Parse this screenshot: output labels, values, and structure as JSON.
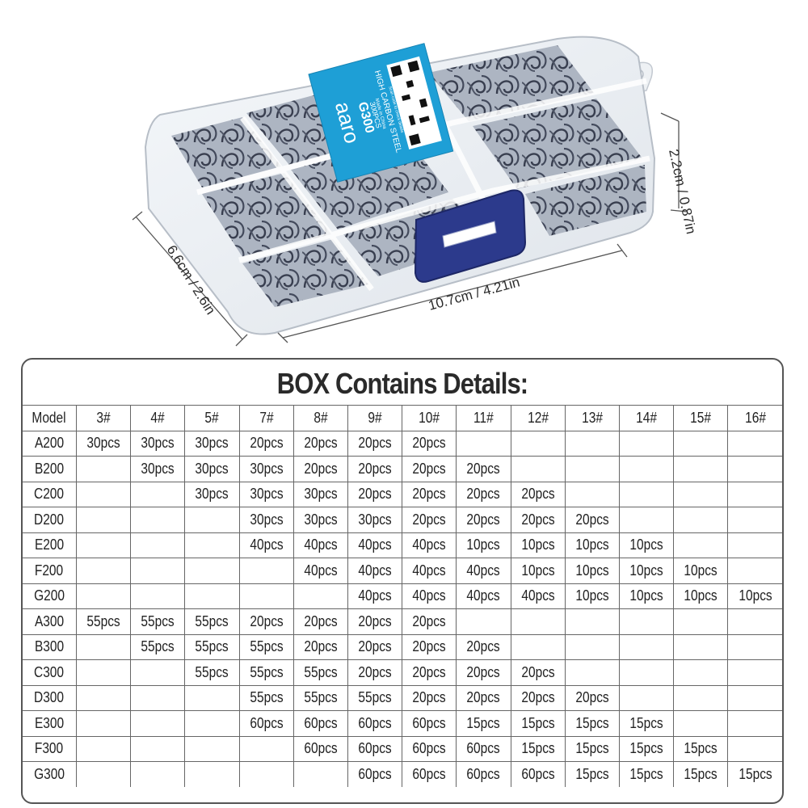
{
  "box": {
    "label_brand": "aaro",
    "label_model": "G300",
    "label_count": "300PCS",
    "label_material": "HIGH CARBON STEEL",
    "label_small_1": "Made in China",
    "label_small_2": "Scan code to check details",
    "dimensions": {
      "height": "2.2cm / 0.87in",
      "length": "10.7cm / 4.21in",
      "width": "6.6cm / 2.6in"
    },
    "colors": {
      "label": "#1e9fd6",
      "latch": "#2c3a8c",
      "box": "#e9edf1",
      "hooks": "#2f3546"
    }
  },
  "table": {
    "title": "BOX Contains Details:",
    "headers": [
      "Model",
      "3#",
      "4#",
      "5#",
      "7#",
      "8#",
      "9#",
      "10#",
      "11#",
      "12#",
      "13#",
      "14#",
      "15#",
      "16#"
    ],
    "rows": [
      [
        "A200",
        "30pcs",
        "30pcs",
        "30pcs",
        "20pcs",
        "20pcs",
        "20pcs",
        "20pcs",
        "",
        "",
        "",
        "",
        "",
        ""
      ],
      [
        "B200",
        "",
        "30pcs",
        "30pcs",
        "30pcs",
        "20pcs",
        "20pcs",
        "20pcs",
        "20pcs",
        "",
        "",
        "",
        "",
        ""
      ],
      [
        "C200",
        "",
        "",
        "30pcs",
        "30pcs",
        "30pcs",
        "20pcs",
        "20pcs",
        "20pcs",
        "20pcs",
        "",
        "",
        "",
        ""
      ],
      [
        "D200",
        "",
        "",
        "",
        "30pcs",
        "30pcs",
        "30pcs",
        "20pcs",
        "20pcs",
        "20pcs",
        "20pcs",
        "",
        "",
        ""
      ],
      [
        "E200",
        "",
        "",
        "",
        "40pcs",
        "40pcs",
        "40pcs",
        "40pcs",
        "10pcs",
        "10pcs",
        "10pcs",
        "10pcs",
        "",
        ""
      ],
      [
        "F200",
        "",
        "",
        "",
        "",
        "40pcs",
        "40pcs",
        "40pcs",
        "40pcs",
        "10pcs",
        "10pcs",
        "10pcs",
        "10pcs",
        ""
      ],
      [
        "G200",
        "",
        "",
        "",
        "",
        "",
        "40pcs",
        "40pcs",
        "40pcs",
        "40pcs",
        "10pcs",
        "10pcs",
        "10pcs",
        "10pcs"
      ],
      [
        "A300",
        "55pcs",
        "55pcs",
        "55pcs",
        "20pcs",
        "20pcs",
        "20pcs",
        "20pcs",
        "",
        "",
        "",
        "",
        "",
        ""
      ],
      [
        "B300",
        "",
        "55pcs",
        "55pcs",
        "55pcs",
        "20pcs",
        "20pcs",
        "20pcs",
        "20pcs",
        "",
        "",
        "",
        "",
        ""
      ],
      [
        "C300",
        "",
        "",
        "55pcs",
        "55pcs",
        "55pcs",
        "20pcs",
        "20pcs",
        "20pcs",
        "20pcs",
        "",
        "",
        "",
        ""
      ],
      [
        "D300",
        "",
        "",
        "",
        "55pcs",
        "55pcs",
        "55pcs",
        "20pcs",
        "20pcs",
        "20pcs",
        "20pcs",
        "",
        "",
        ""
      ],
      [
        "E300",
        "",
        "",
        "",
        "60pcs",
        "60pcs",
        "60pcs",
        "60pcs",
        "15pcs",
        "15pcs",
        "15pcs",
        "15pcs",
        "",
        ""
      ],
      [
        "F300",
        "",
        "",
        "",
        "",
        "60pcs",
        "60pcs",
        "60pcs",
        "60pcs",
        "15pcs",
        "15pcs",
        "15pcs",
        "15pcs",
        ""
      ],
      [
        "G300",
        "",
        "",
        "",
        "",
        "",
        "60pcs",
        "60pcs",
        "60pcs",
        "60pcs",
        "15pcs",
        "15pcs",
        "15pcs",
        "15pcs"
      ]
    ]
  }
}
